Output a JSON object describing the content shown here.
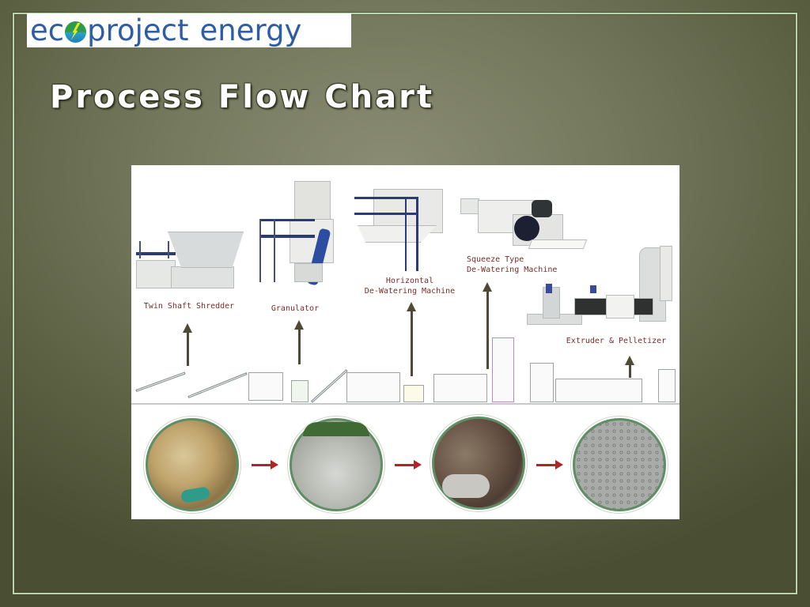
{
  "slide": {
    "logo": {
      "text_before": "ec",
      "icon": "globe-lightning-icon",
      "text_after": "project",
      "text_second": "energy",
      "color": "#2f5da3"
    },
    "title": "Process Flow Chart",
    "background_color": "#767a5f",
    "border_color": "#b9d3ad"
  },
  "diagram": {
    "machines": [
      {
        "id": "twin-shaft-shredder",
        "label": "Twin Shaft Shredder"
      },
      {
        "id": "granulator",
        "label": "Granulator"
      },
      {
        "id": "horizontal-dewatering",
        "label": "Horizontal\nDe-Watering Machine"
      },
      {
        "id": "squeeze-dewatering",
        "label": "Squeeze Type\nDe-Watering Machine"
      },
      {
        "id": "extruder-pelletizer",
        "label": "Extruder & Pelletizer"
      }
    ],
    "stages": [
      {
        "id": "raw-plastic-film",
        "icon": "raw-plastic-photo"
      },
      {
        "id": "shredded-flakes",
        "icon": "flakes-photo"
      },
      {
        "id": "washing-dewatering",
        "icon": "washing-photo"
      },
      {
        "id": "plastic-pellets",
        "icon": "pellets-photo"
      }
    ],
    "arrow_color": "#b1242a",
    "label_color": "#7a2b2b"
  }
}
